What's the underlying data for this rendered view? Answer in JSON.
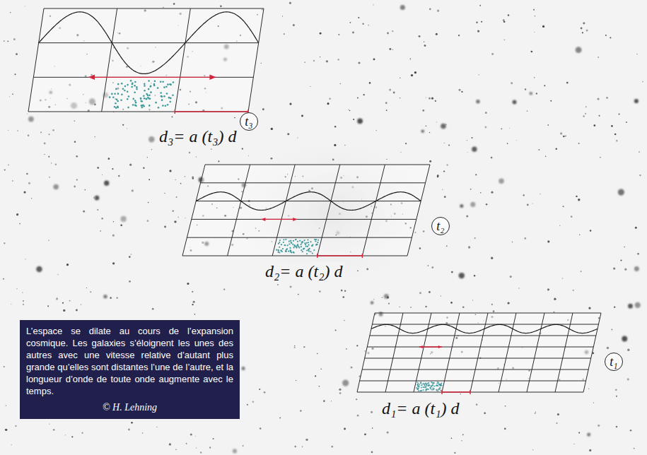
{
  "diagram": {
    "nodes": [
      {
        "text": [
          "t₃"
        ]
      },
      {
        "text": [
          "t₂"
        ]
      },
      {
        "text": [
          "L’espace se dilate au cours de l’expansion cosmique. Les galaxies s’éloignent les unes des autres avec une vitesse relative d’autant plus grande qu’elles sont distantes l’une de l’autre, et la longueur d’onde de toute onde augmente avec le temps.",
          "© H. Lehning"
        ]
      },
      {
        "text": [
          "t₁"
        ]
      }
    ],
    "labels": [
      "d₃= a (t₃) d",
      "d₂= a (t₂) d",
      "d₁= a (t₁) d"
    ]
  }
}
